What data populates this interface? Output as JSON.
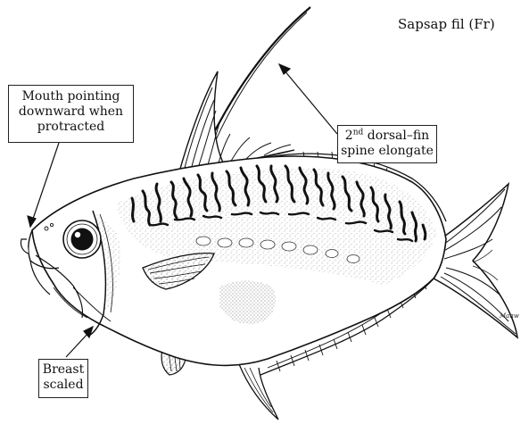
{
  "header": {
    "common_name": "Sapsap fil (Fr)"
  },
  "callouts": {
    "mouth": {
      "line1": "Mouth pointing",
      "line2": "downward when",
      "line3": "protracted"
    },
    "dorsal": {
      "ordinal_num": "2",
      "ordinal_sup": "nd",
      "line1_rest": " dorsal–fin",
      "line2": "spine elongate"
    },
    "breast": {
      "line1": "Breast",
      "line2": "scaled"
    }
  },
  "illustration": {
    "signature": "Manw"
  }
}
